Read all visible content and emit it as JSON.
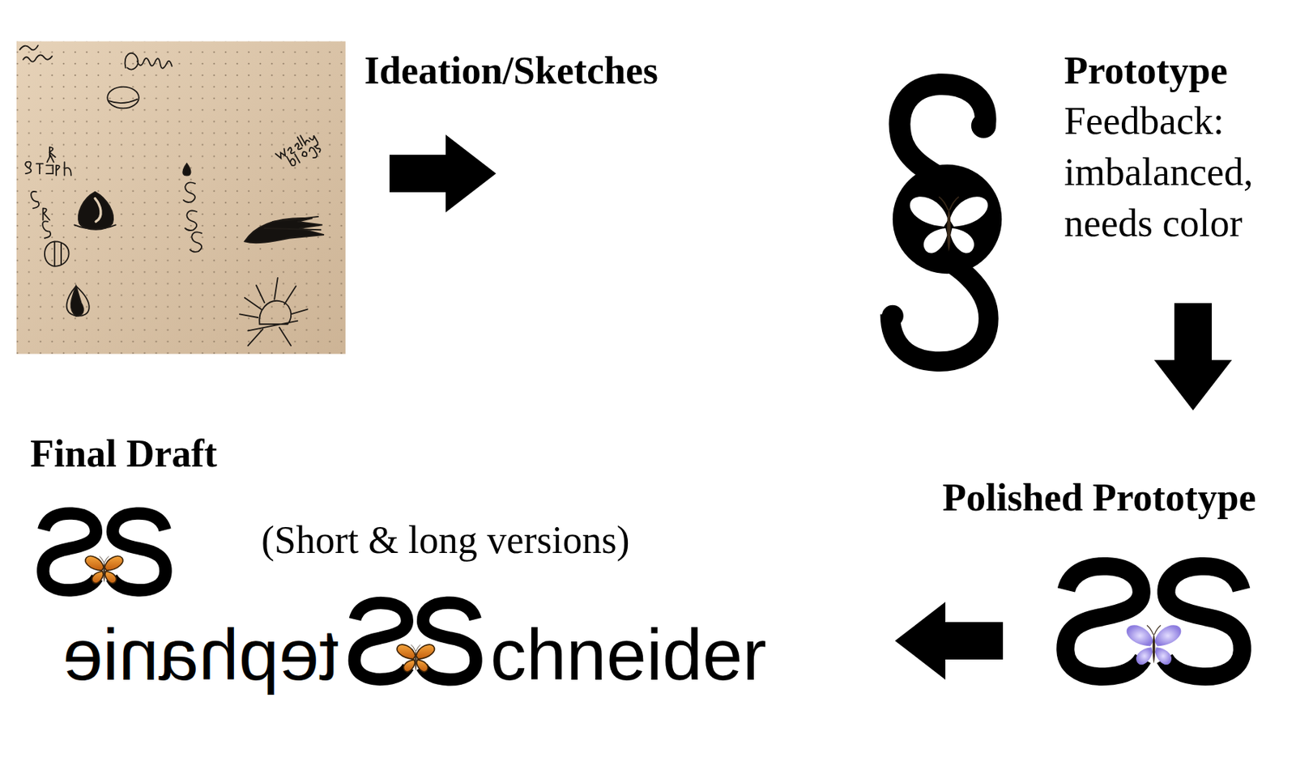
{
  "diagram": {
    "nodes": [
      {
        "text": [
          "Ideation/Sketches"
        ]
      },
      {
        "text": [
          "Prototype",
          "Feedback: imbalanced, needs color"
        ]
      },
      {
        "text": [
          "Polished Prototype"
        ]
      },
      {
        "text": [
          "Final Draft",
          "(Short & long versions)"
        ]
      }
    ],
    "edges": [
      {
        "from": 0,
        "to": 1,
        "arrow": "to"
      },
      {
        "from": 1,
        "to": 2,
        "arrow": "to"
      },
      {
        "from": 2,
        "to": 3,
        "arrow": "to"
      }
    ],
    "labels": [
      "tephanie",
      "chneider"
    ]
  }
}
